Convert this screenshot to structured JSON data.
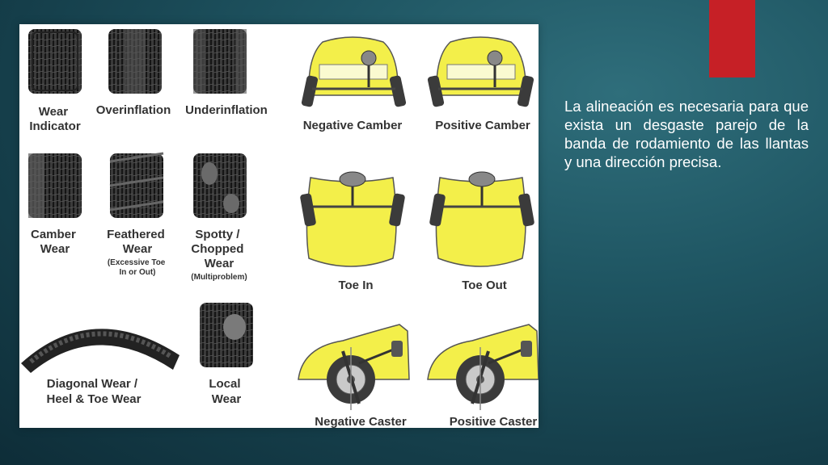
{
  "slide": {
    "body_text": "La alineación es necesaria para que exista un desgaste parejo de la banda de rodamiento de las llantas y una dirección precisa.",
    "accent_color": "#c62026"
  },
  "figure": {
    "tires": {
      "wear_indicator": [
        "Wear",
        "Indicator"
      ],
      "overinflation": [
        "Overinflation"
      ],
      "underinflation": [
        "Underinflation"
      ],
      "camber_wear": [
        "Camber",
        "Wear"
      ],
      "feathered_wear": [
        "Feathered",
        "Wear"
      ],
      "feathered_note": [
        "(Excessive Toe",
        "In or Out)"
      ],
      "spotty_wear": [
        "Spotty /",
        "Chopped",
        "Wear"
      ],
      "spotty_note": [
        "(Multiproblem)"
      ],
      "diagonal_wear": [
        "Diagonal Wear /",
        "Heel & Toe Wear"
      ],
      "local_wear": [
        "Local",
        "Wear"
      ]
    },
    "cars": {
      "negative_camber": "Negative Camber",
      "positive_camber": "Positive Camber",
      "toe_in": "Toe In",
      "toe_out": "Toe Out",
      "negative_caster": "Negative Caster",
      "positive_caster": "Positive Caster"
    }
  }
}
